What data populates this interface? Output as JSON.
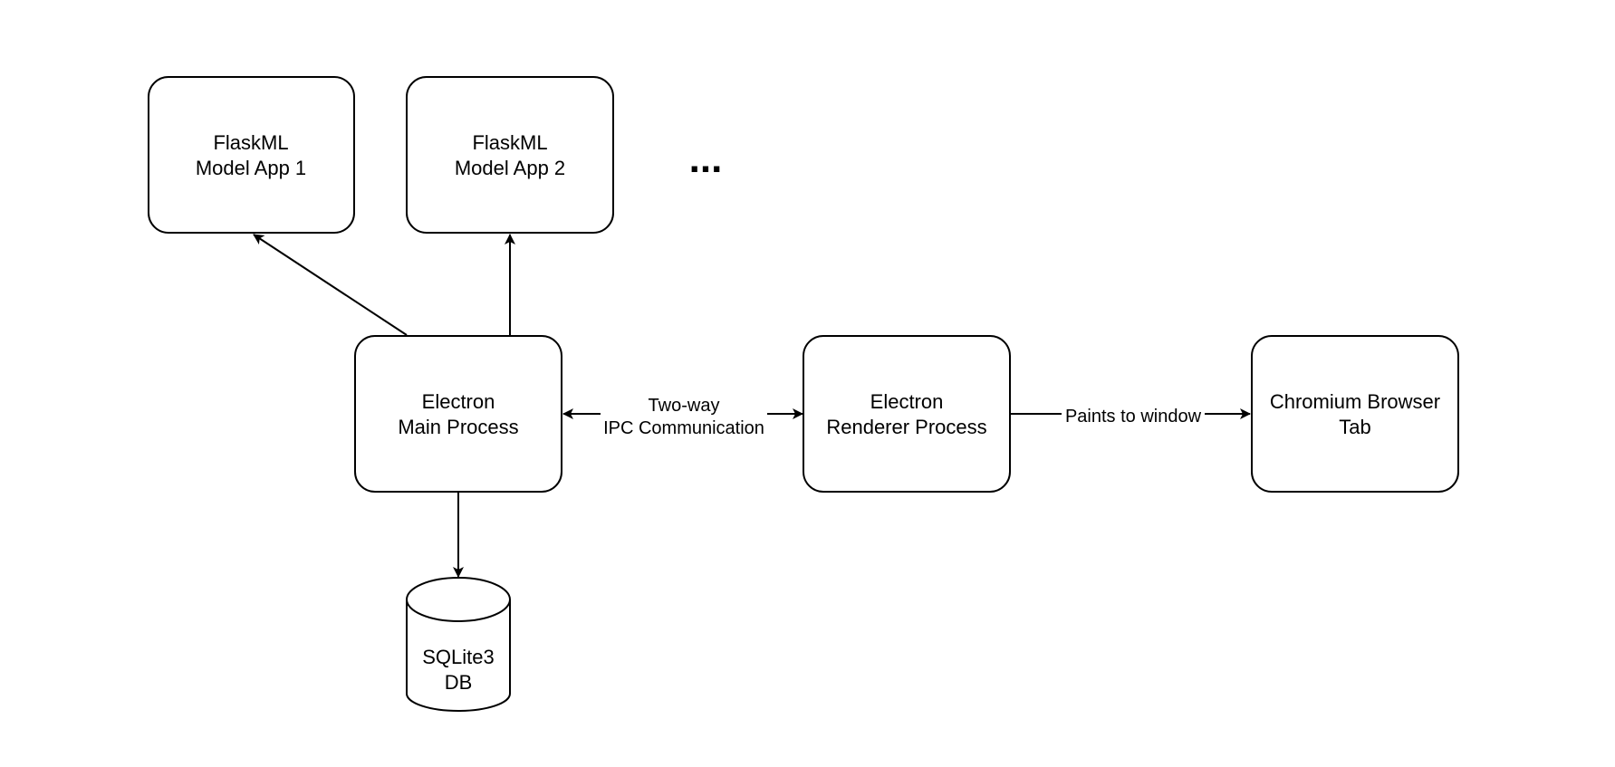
{
  "diagram": {
    "nodes": {
      "flask1": {
        "line1": "FlaskML",
        "line2": "Model App 1"
      },
      "flask2": {
        "line1": "FlaskML",
        "line2": "Model App 2"
      },
      "ellipsis": "...",
      "main": {
        "line1": "Electron",
        "line2": "Main Process"
      },
      "renderer": {
        "line1": "Electron",
        "line2": "Renderer Process"
      },
      "chromium": {
        "line1": "Chromium Browser",
        "line2": "Tab"
      },
      "db": {
        "line1": "SQLite3",
        "line2": "DB"
      }
    },
    "edges": {
      "ipc": {
        "line1": "Two-way",
        "line2": "IPC Communication"
      },
      "paints": {
        "label": "Paints to window"
      }
    },
    "colors": {
      "stroke": "#000000",
      "fill": "#ffffff"
    }
  }
}
